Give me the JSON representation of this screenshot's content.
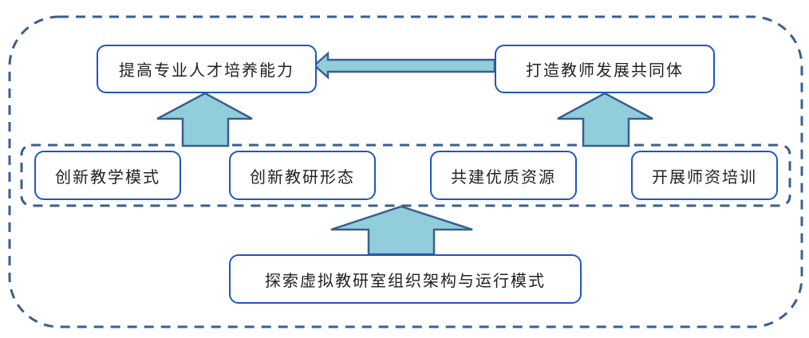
{
  "colors": {
    "dashed_border": "#3a5f8f",
    "box_border": "#1f56c0",
    "arrow_fill": "#92cddc",
    "arrow_stroke": "#3a5f8f",
    "text": "#222222"
  },
  "diagram": {
    "top_left_goal": "提高专业人才培养能力",
    "top_right_goal": "打造教师发展共同体",
    "middle_items": [
      "创新教学模式",
      "创新教研形态",
      "共建优质资源",
      "开展师资培训"
    ],
    "bottom_foundation": "探索虚拟教研室组织架构与运行模式"
  },
  "connections": [
    {
      "from": "top_right_goal",
      "to": "top_left_goal",
      "direction": "left"
    },
    {
      "from": "middle_group",
      "to": "top_left_goal",
      "direction": "up"
    },
    {
      "from": "middle_group",
      "to": "top_right_goal",
      "direction": "up"
    },
    {
      "from": "bottom_foundation",
      "to": "middle_group",
      "direction": "up"
    }
  ]
}
